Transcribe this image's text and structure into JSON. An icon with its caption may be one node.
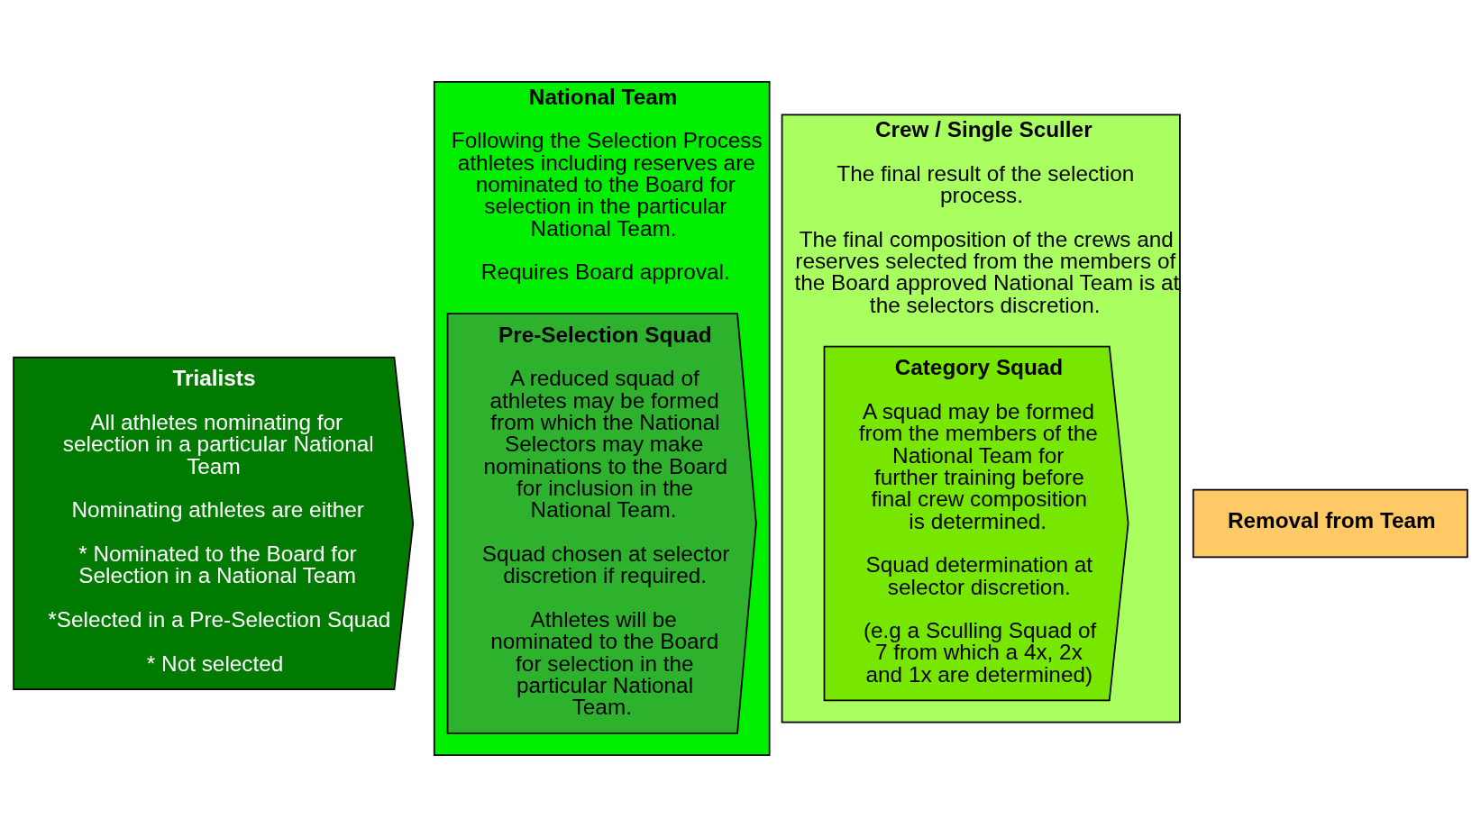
{
  "diagram": {
    "nodes": [
      {
        "text": [
          "Trialists",
          "All athletes nominating for selection in a particular National Team",
          "Nominating athletes are either",
          "* Nominated to the Board for Selection in a National Team",
          "*Selected in a Pre-Selection Squad",
          "* Not selected"
        ]
      },
      {
        "text": [
          "National Team",
          "Following the Selection Process athletes including reserves are nominated to the Board for selection in the particular National Team.",
          "Requires Board approval."
        ]
      },
      {
        "text": [
          "Pre-Selection Squad",
          "A reduced squad of athletes may be formed from which the National Selectors may make nominations to the Board for inclusion in the National Team.",
          "Squad chosen at selector discretion if required.",
          "Athletes will be nominated to the Board for selection in the particular National Team."
        ],
        "in": 1
      },
      {
        "text": [
          "Crew / Single Sculler",
          "The final result of the selection process.",
          "The final composition of the crews and reserves selected from the members of the Board approved National Team is at the selectors discretion."
        ]
      },
      {
        "text": [
          "Category Squad",
          "A squad may be formed from the members of the National Team for further training before final crew composition is determined.",
          "Squad determination at selector discretion.",
          "(e.g a Sculling Squad of 7 from which a 4x, 2x and 1x are determined)"
        ],
        "in": 3
      },
      {
        "text": [
          "Removal from Team"
        ]
      }
    ],
    "edges": []
  }
}
